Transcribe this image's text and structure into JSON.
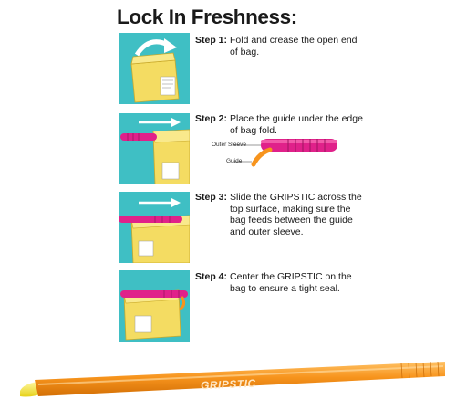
{
  "title": "Lock In Freshness:",
  "steps": [
    {
      "label": "Step 1:",
      "text": "Fold and crease the open end of bag."
    },
    {
      "label": "Step 2:",
      "text": "Place the guide under the edge of bag fold."
    },
    {
      "label": "Step 3:",
      "text": "Slide the GRIPSTIC across the top surface, making sure the bag feeds between the guide and outer sleeve."
    },
    {
      "label": "Step 4:",
      "text": "Center the GRIPSTIC on the bag to ensure a tight seal."
    }
  ],
  "diagram": {
    "outer_sleeve_label": "Outer Sleeve",
    "guide_label": "Guide"
  },
  "product": {
    "brand": "GRIPSTIC"
  },
  "colors": {
    "teal_background": "#3fbfc4",
    "bag_yellow": "#f4dc62",
    "clip_pink": "#e0218a",
    "clip_orange": "#f7941d"
  }
}
